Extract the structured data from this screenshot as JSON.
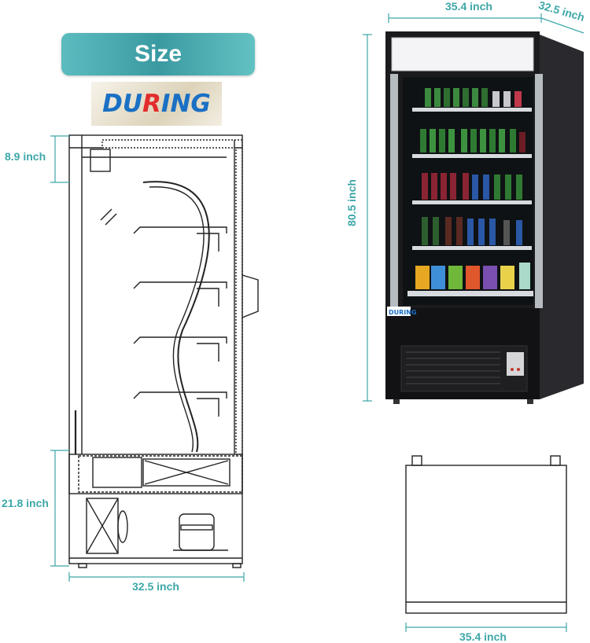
{
  "banner": {
    "label": "Size"
  },
  "logo": {
    "brand": "DURING"
  },
  "dimensions": {
    "top_width": "35.4 inch",
    "top_depth": "32.5 inch",
    "height": "80.5 inch",
    "canopy_height": "8.9 inch",
    "base_height": "21.8 inch",
    "side_depth": "32.5 inch",
    "bottom_width": "35.4 inch"
  },
  "colors": {
    "accent": "#3ea7a8",
    "cabinet": "#1b1b1d",
    "line": "#222222"
  }
}
